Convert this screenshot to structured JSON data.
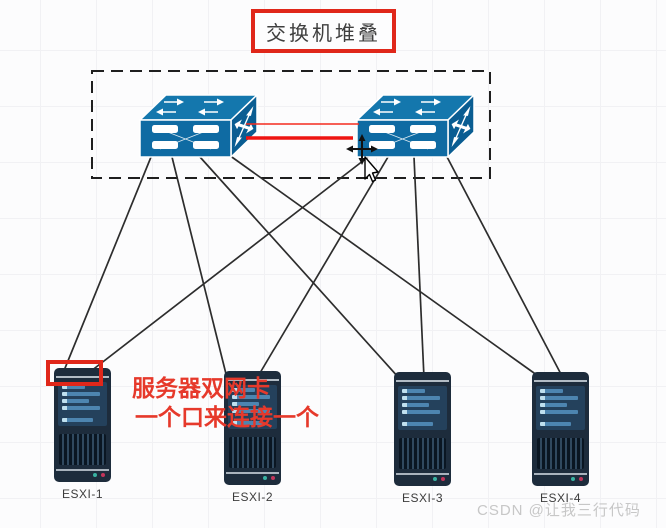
{
  "title": {
    "text": "交换机堆叠"
  },
  "annotation": {
    "line1": "服务器双网卡",
    "line2": "一个口来连接一个"
  },
  "servers": [
    {
      "label": "ESXI-1"
    },
    {
      "label": "ESXI-2"
    },
    {
      "label": "ESXI-3"
    },
    {
      "label": "ESXI-4"
    }
  ],
  "watermark": {
    "text": "CSDN @让我三行代码"
  },
  "diagram": {
    "type": "network-topology",
    "switch_count": 2,
    "stack_links_between_switches": 2,
    "links": [
      {
        "from": "switch-1",
        "to": "ESXI-1"
      },
      {
        "from": "switch-1",
        "to": "ESXI-2"
      },
      {
        "from": "switch-1",
        "to": "ESXI-3"
      },
      {
        "from": "switch-1",
        "to": "ESXI-4"
      },
      {
        "from": "switch-2",
        "to": "ESXI-1"
      },
      {
        "from": "switch-2",
        "to": "ESXI-2"
      },
      {
        "from": "switch-2",
        "to": "ESXI-3"
      },
      {
        "from": "switch-2",
        "to": "ESXI-4"
      }
    ]
  },
  "colors": {
    "accent_red": "#e0271a",
    "stack_link_red": "#ee1411",
    "switch_blue": "#0f6ba3",
    "switch_blue_dark": "#0a5d92",
    "switch_blue_top": "#1477ad",
    "connection_line": "#2d2d2d",
    "server_body": "#1d2c3c",
    "label_gray": "#3c3c3c",
    "watermark_gray": "#c7c7c7"
  }
}
